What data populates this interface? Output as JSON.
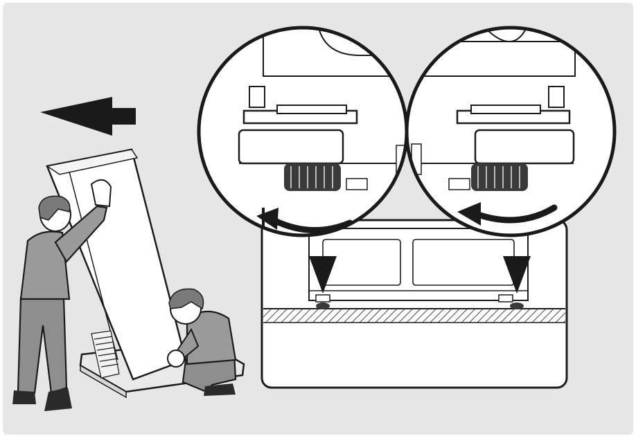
{
  "colors": {
    "background_panel": "#e6e6e6",
    "page": "#ffffff",
    "line": "#1a1a1a",
    "figure_shirt": "#9a9a9a",
    "figure_pants": "#8e8e8e",
    "figure_skin": "#ffffff",
    "hair": "#7a7a7a",
    "shoes": "#2a2a2a",
    "hatch_floor": "#555555",
    "leg_knob": "#3a3a3a"
  },
  "icons": {
    "move_direction": "arrow-left-icon",
    "rotate_left_foot": "rotate-counterclockwise-arrow-icon",
    "rotate_right_foot": "rotate-counterclockwise-arrow-icon",
    "pointer_left": "triangle-down-icon",
    "pointer_right": "triangle-down-icon"
  },
  "scene": {
    "people": [
      "person-tilting-refrigerator",
      "person-adjusting-foot"
    ],
    "magnified_views": [
      "left-leveling-foot-detail",
      "right-leveling-foot-detail"
    ]
  }
}
